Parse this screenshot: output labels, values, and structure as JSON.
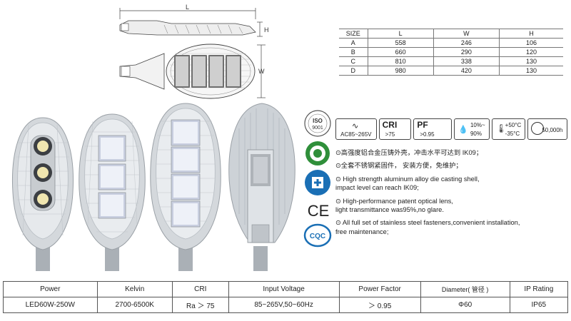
{
  "drawings": {
    "length_label": "L",
    "height_label": "H",
    "width_label": "W"
  },
  "size_table": {
    "headers": [
      "SIZE",
      "L",
      "W",
      "H"
    ],
    "rows": [
      [
        "A",
        "558",
        "246",
        "106"
      ],
      [
        "B",
        "660",
        "290",
        "120"
      ],
      [
        "C",
        "810",
        "338",
        "130"
      ],
      [
        "D",
        "980",
        "420",
        "130"
      ]
    ]
  },
  "specs": {
    "voltage": "AC85~265V",
    "cri_title": "CRI",
    "cri_value": ">75",
    "pf_title": "PF",
    "pf_value": ">0.95",
    "humidity_top": "10%~",
    "humidity_bottom": "90%",
    "temp_top": "+50°C",
    "temp_bottom": "-35°C",
    "lifetime": "50,000h"
  },
  "certs": {
    "iso_text": "ISO",
    "iso_number": "9001",
    "ce_text": "CE",
    "cqc_text": "CQC"
  },
  "features": [
    "⊙高强度铝合金压铸外壳，冲击水平可达到 IK09；",
    "⊙全套不锈钢紧固件，  安装方便，免维护；",
    "⊙ High strength aluminum alloy die casting shell,",
    "impact level can reach IK09;",
    "⊙ High-performance patent optical lens,",
    "light transmittance was95%,no glare.",
    "⊙ All full set of stainless steel fasteners,convenient installation,",
    "free maintenance;"
  ],
  "spec_table": {
    "headers": [
      "Power",
      "Kelvin",
      "CRI",
      "Input Voltage",
      "Power Factor",
      "Diameter( 管径 )",
      "IP Rating"
    ],
    "values": [
      "LED60W-250W",
      "2700-6500K",
      "Ra ＞ 75",
      "85~265V,50~60Hz",
      "＞ 0.95",
      "Φ60",
      "IP65"
    ]
  },
  "colors": {
    "housing": "#d4d8dc",
    "housing_dark": "#a9afb5",
    "led": "#c9cfe0",
    "cert_blue": "#1a6fb5",
    "cert_green": "#2f8f3a"
  }
}
